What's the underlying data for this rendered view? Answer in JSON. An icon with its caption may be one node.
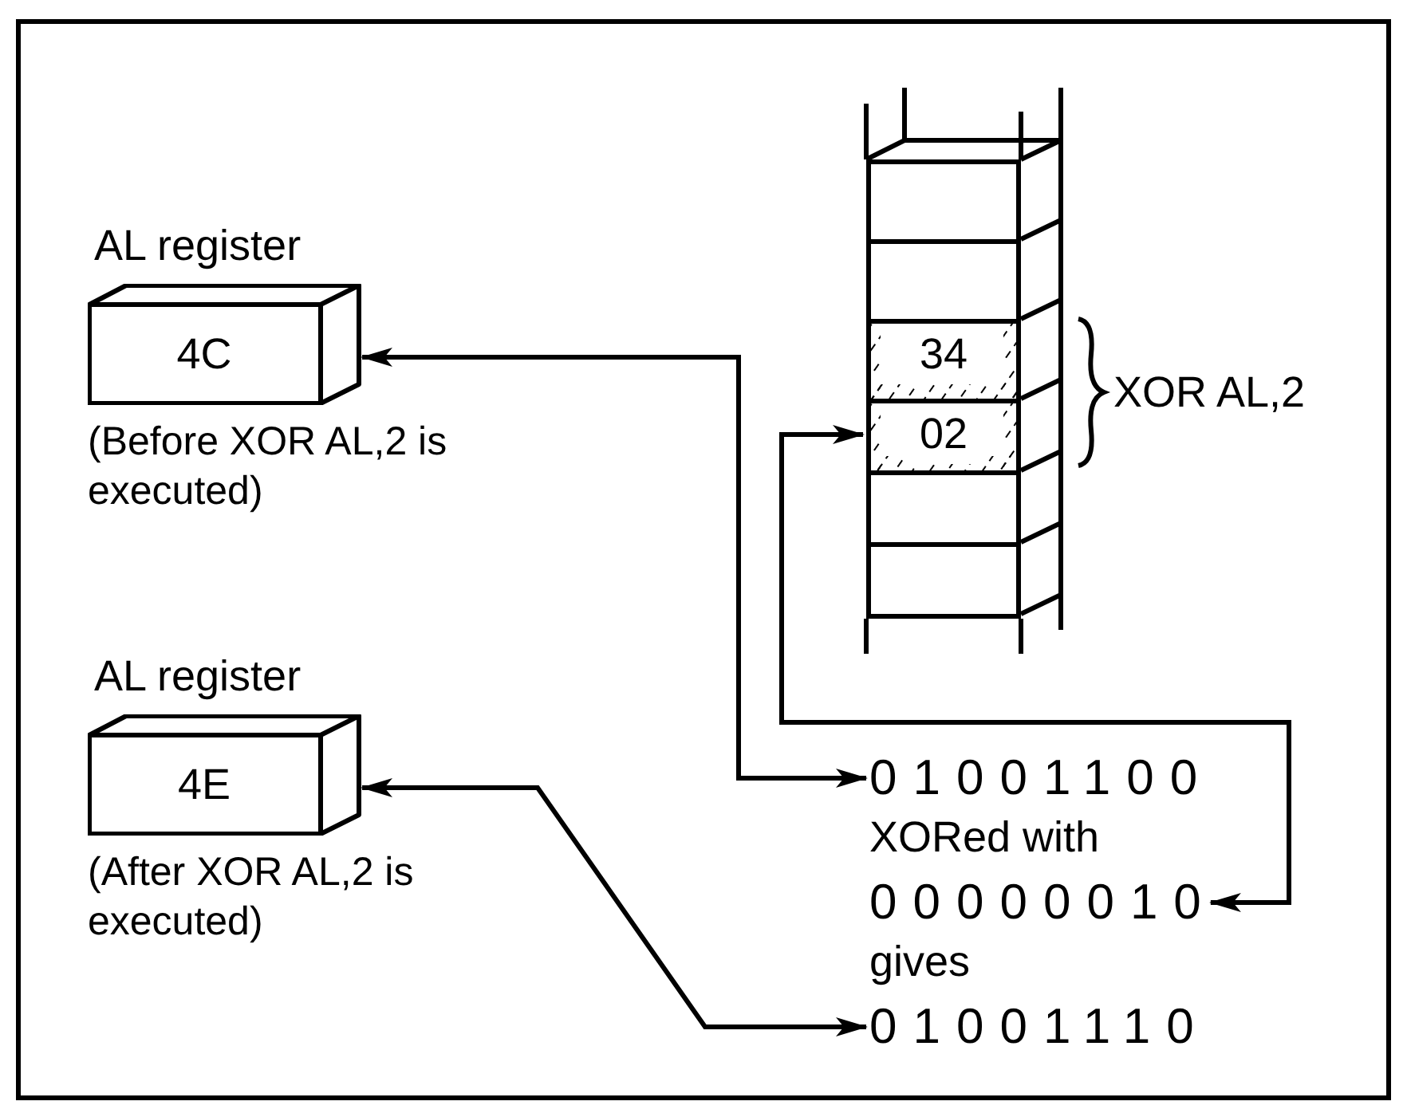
{
  "diagram": {
    "nodes": [
      {
        "text": [
          "AL register",
          "4C"
        ],
        "beside": [
          "(Before XOR AL,2 is executed)"
        ]
      },
      {
        "text": [
          "AL register",
          "4E"
        ],
        "beside": [
          "(After XOR AL,2 is executed)"
        ]
      },
      {
        "text": [],
        "shape": "box"
      },
      {
        "text": [],
        "shape": "box"
      },
      {
        "text": [
          "34"
        ]
      },
      {
        "text": [
          "02"
        ]
      },
      {
        "text": [],
        "shape": "box"
      },
      {
        "text": [],
        "shape": "box"
      },
      {
        "text": [
          "01001100"
        ]
      },
      {
        "text": [
          "00000010"
        ]
      },
      {
        "text": [
          "01001110"
        ]
      }
    ],
    "edges": [
      {
        "from": 0,
        "to": 8,
        "arrow": "both"
      },
      {
        "from": 5,
        "to": 9,
        "arrow": "both"
      },
      {
        "from": 1,
        "to": 10,
        "arrow": "both"
      }
    ],
    "labels": [
      "XOR AL,2",
      "XORed with",
      "gives"
    ]
  }
}
